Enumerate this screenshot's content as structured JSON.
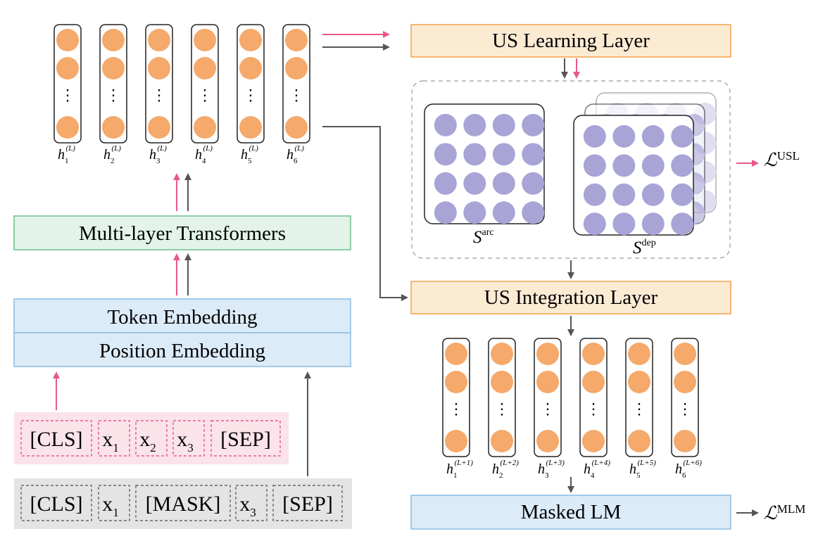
{
  "colors": {
    "orange_dot": "#F5A96A",
    "orange_box_fill": "#FCEBD3",
    "orange_box_stroke": "#F1A24A",
    "green_box_fill": "#E3F3EA",
    "green_box_stroke": "#6BBF8C",
    "blue_box_fill": "#DCEBF8",
    "blue_box_stroke": "#8CBCE0",
    "purple_dot": "#A9A4D6",
    "pink_arrow": "#E8578F",
    "gray_arrow": "#555555",
    "pink_row_fill": "#FBE3EA",
    "gray_row_fill": "#E4E4E4"
  },
  "boxes": {
    "us_learning": "US Learning Layer",
    "us_integration": "US Integration Layer",
    "transformers": "Multi-layer Transformers",
    "token_emb": "Token Embedding",
    "position_emb": "Position Embedding",
    "masked_lm": "Masked LM"
  },
  "top_hidden": [
    {
      "base": "h",
      "sub": "1",
      "sup": "(L)"
    },
    {
      "base": "h",
      "sub": "2",
      "sup": "(L)"
    },
    {
      "base": "h",
      "sub": "3",
      "sup": "(L)"
    },
    {
      "base": "h",
      "sub": "4",
      "sup": "(L)"
    },
    {
      "base": "h",
      "sub": "5",
      "sup": "(L)"
    },
    {
      "base": "h",
      "sub": "6",
      "sup": "(L)"
    }
  ],
  "bottom_hidden": [
    {
      "base": "h",
      "sub": "1",
      "sup": "(L+1)"
    },
    {
      "base": "h",
      "sub": "2",
      "sup": "(L+2)"
    },
    {
      "base": "h",
      "sub": "3",
      "sup": "(L+3)"
    },
    {
      "base": "h",
      "sub": "4",
      "sup": "(L+4)"
    },
    {
      "base": "h",
      "sub": "5",
      "sup": "(L+5)"
    },
    {
      "base": "h",
      "sub": "6",
      "sup": "(L+6)"
    }
  ],
  "dots_symbol": "⋮",
  "matrices": {
    "arc": {
      "base": "S",
      "sup": "arc"
    },
    "dep": {
      "base": "S",
      "sup": "dep"
    }
  },
  "losses": {
    "usl": {
      "base": "ℒ",
      "sup": "USL"
    },
    "mlm": {
      "base": "ℒ",
      "sup": "MLM"
    }
  },
  "pink_tokens": [
    {
      "text": "[CLS]",
      "sub": ""
    },
    {
      "text": "x",
      "sub": "1"
    },
    {
      "text": "x",
      "sub": "2"
    },
    {
      "text": "x",
      "sub": "3"
    },
    {
      "text": "[SEP]",
      "sub": ""
    }
  ],
  "gray_tokens": [
    {
      "text": "[CLS]",
      "sub": ""
    },
    {
      "text": "x",
      "sub": "1"
    },
    {
      "text": "[MASK]",
      "sub": ""
    },
    {
      "text": "x",
      "sub": "3"
    },
    {
      "text": "[SEP]",
      "sub": ""
    }
  ]
}
